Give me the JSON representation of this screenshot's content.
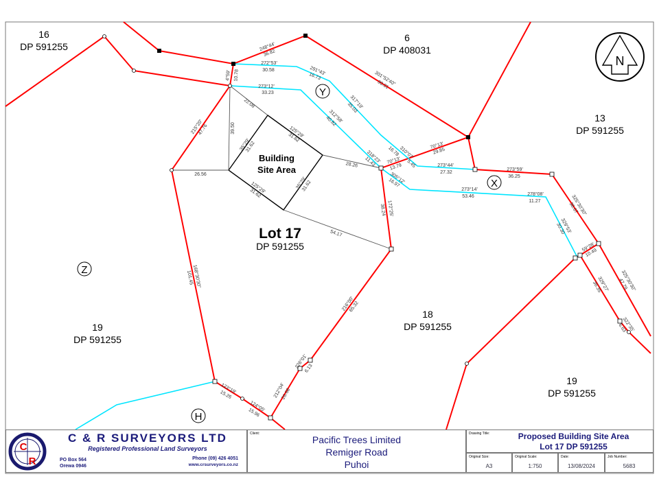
{
  "parcels": [
    {
      "lot": "16",
      "dp": "DP 591255"
    },
    {
      "lot": "6",
      "dp": "DP 408031"
    },
    {
      "lot": "13",
      "dp": "DP 591255"
    },
    {
      "lot": "Lot 17",
      "dp": "DP 591255"
    },
    {
      "lot": "19",
      "dp": "DP 591255"
    },
    {
      "lot": "18",
      "dp": "DP 591255"
    },
    {
      "lot": "19",
      "dp": "DP 591255"
    }
  ],
  "building_site": {
    "line1": "Building",
    "line2": "Site Area"
  },
  "easements": [
    "Y",
    "X",
    "Z",
    "H"
  ],
  "north": "N",
  "measurements": {
    "b1": "248°44'",
    "d1": "36.82",
    "b2": "272°53'",
    "d2": "30.58",
    "b3": "291°43'",
    "d3": "16.73",
    "b4": "4°59'",
    "d4": "10.78",
    "b5": "273°12'",
    "d5": "33.23",
    "d6": "22.08",
    "b7": "317°19'",
    "d7": "35.03",
    "b8": "312°58'",
    "d8": "40.82",
    "b9": "301°52'40\"",
    "d9": "90.01",
    "b10": "215°20'",
    "d10": "47.76",
    "d11": "39.50",
    "d12": "26.56",
    "b13": "125°29'",
    "d13": "31.62",
    "b14": "35°29'",
    "d14": "31.62",
    "b15": "125°29'",
    "d15": "31.62",
    "b16": "35°29'",
    "d16": "31.62",
    "d17": "28.26",
    "d18": "54.17",
    "b19": "318°23'",
    "d19": "11.43",
    "b20": "70°13'",
    "d20": "13.79",
    "b21": "310°07'",
    "d21": "16.78",
    "d21b": "5.45",
    "b22": "70°13'",
    "d22": "29.85",
    "b23": "273°44'",
    "d23": "27.32",
    "b24": "305°12'",
    "d24": "16.97",
    "b25": "273°14'",
    "d25": "53.46",
    "b26": "273°59'",
    "d26": "36.25",
    "b27": "278°08'",
    "d27": "11.27",
    "b28": "325°30'30\"",
    "d28": "38.67",
    "b29": "329°53'",
    "d29": "30.30",
    "b30": "59°28'",
    "d30": "10.49",
    "b31": "329°27'",
    "d31": "36.35",
    "b32": "325°30'30\"",
    "d32": "47.79",
    "b33": "322°35'",
    "d33": "6.63",
    "b34": "172°25'",
    "d34": "38.24",
    "b35": "168°30'30\"",
    "d35": "101.45",
    "b36": "216°00'",
    "d36": "65.32",
    "b37": "226°01'",
    "d37": "6.13",
    "b38": "212°04'",
    "d38": "26.68",
    "b39": "123°19'",
    "d39": "15.26",
    "b40": "124°05'",
    "d40": "15.96"
  },
  "title_block": {
    "company": "C & R SURVEYORS LTD",
    "logo": "CR",
    "tagline": "Registered Professional Land Surveyors",
    "po_box": "PO Box 564",
    "town": "Orewa 0946",
    "phone": "Phone (09) 426 4051",
    "website": "www.crsurveyors.co.nz",
    "client_label": "Client:",
    "client": [
      "Pacific Trees Limited",
      "Remiger Road",
      "Puhoi"
    ],
    "drawing_title_label": "Drawing Title:",
    "drawing_title": [
      "Proposed Building Site Area",
      "Lot 17 DP 591255"
    ],
    "size_label": "Original Size:",
    "size": "A3",
    "scale_label": "Original Scale:",
    "scale": "1:750",
    "date_label": "Date:",
    "date": "13/08/2024",
    "job_label": "Job Number:",
    "job": "5683"
  }
}
